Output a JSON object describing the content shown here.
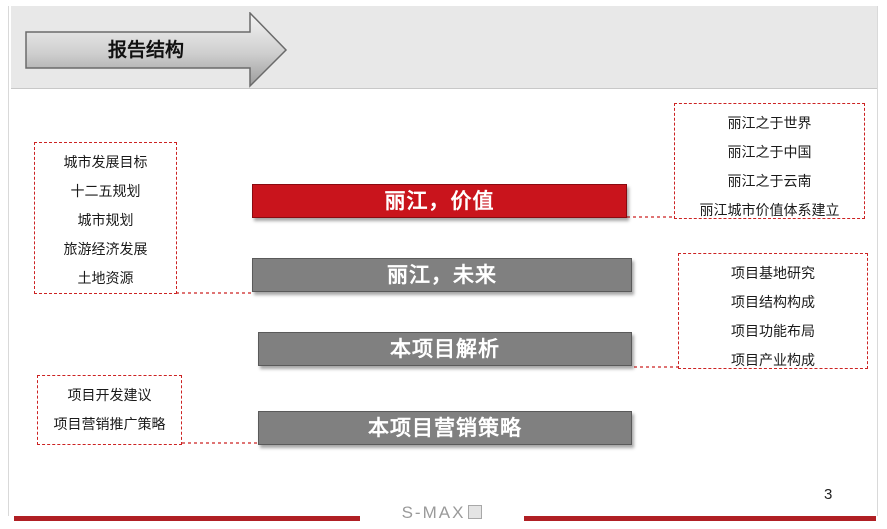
{
  "header": {
    "title": "报告结构"
  },
  "sections": [
    {
      "label": "丽江，价值",
      "state": "active"
    },
    {
      "label": "丽江，未来",
      "state": "normal"
    },
    {
      "label": "本项目解析",
      "state": "normal"
    },
    {
      "label": "本项目营销策略",
      "state": "normal"
    }
  ],
  "details": {
    "city": [
      "城市发展目标",
      "十二五规划",
      "城市规划",
      "旅游经济发展",
      "土地资源"
    ],
    "lijiang": [
      "丽江之于世界",
      "丽江之于中国",
      "丽江之于云南",
      "丽江城市价值体系建立"
    ],
    "project": [
      "项目基地研究",
      "项目结构构成",
      "项目功能布局",
      "项目产业构成"
    ],
    "marketing": [
      "项目开发建议",
      "项目营销推广策略"
    ]
  },
  "colors": {
    "accent": "#c9141c",
    "bar_gray": "#808080",
    "dashed_border": "#cc2222",
    "footer_red": "#b01f24"
  },
  "footer": {
    "page_number": "3",
    "logo": "S-MAX",
    "logo_icon": "s-max-logo-mark"
  }
}
